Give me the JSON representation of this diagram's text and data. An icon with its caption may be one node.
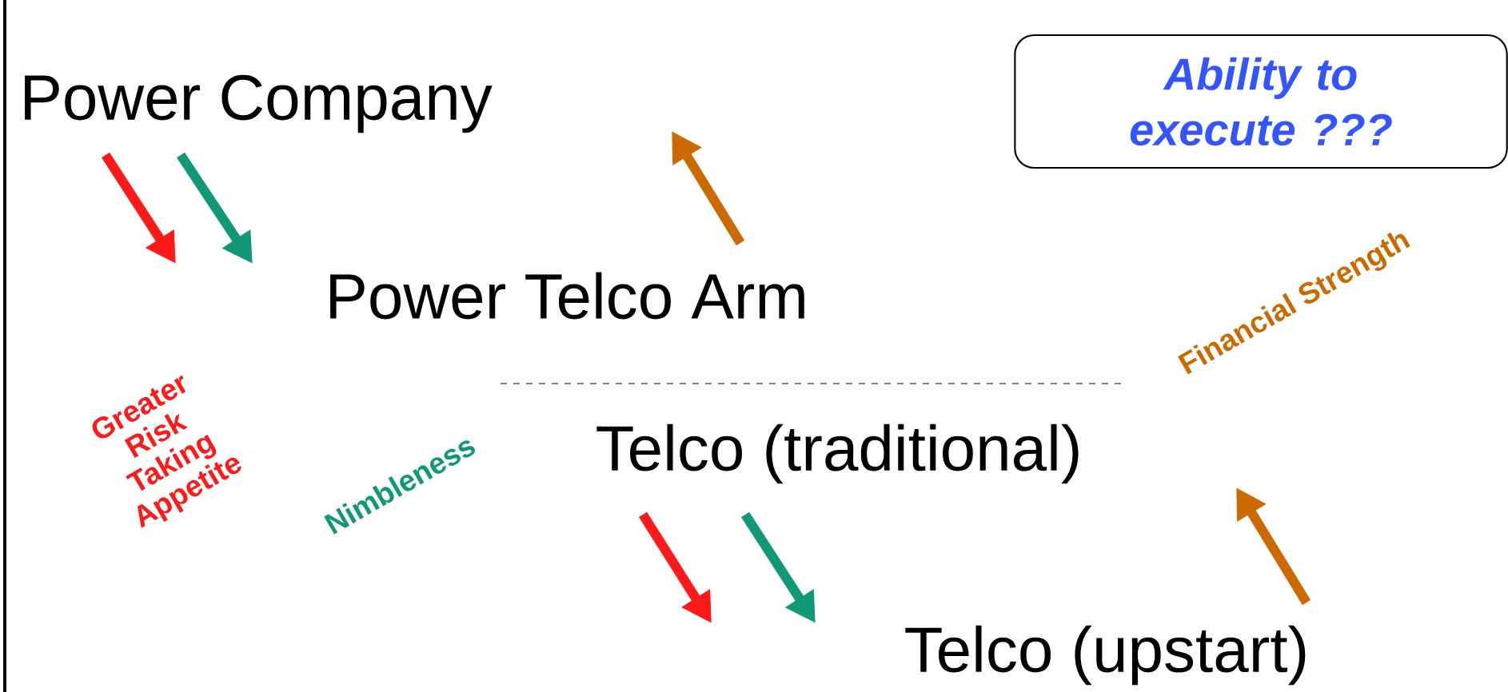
{
  "diagram": {
    "nodes": [
      {
        "text": [
          "Ability to execute ???"
        ]
      }
    ],
    "labels": [
      "Power Company",
      "Power Telco Arm",
      "Telco (traditional)",
      "Telco (upstart)",
      "Greater Risk Taking Appetite",
      "Nimbleness",
      "Financial Strength"
    ]
  }
}
